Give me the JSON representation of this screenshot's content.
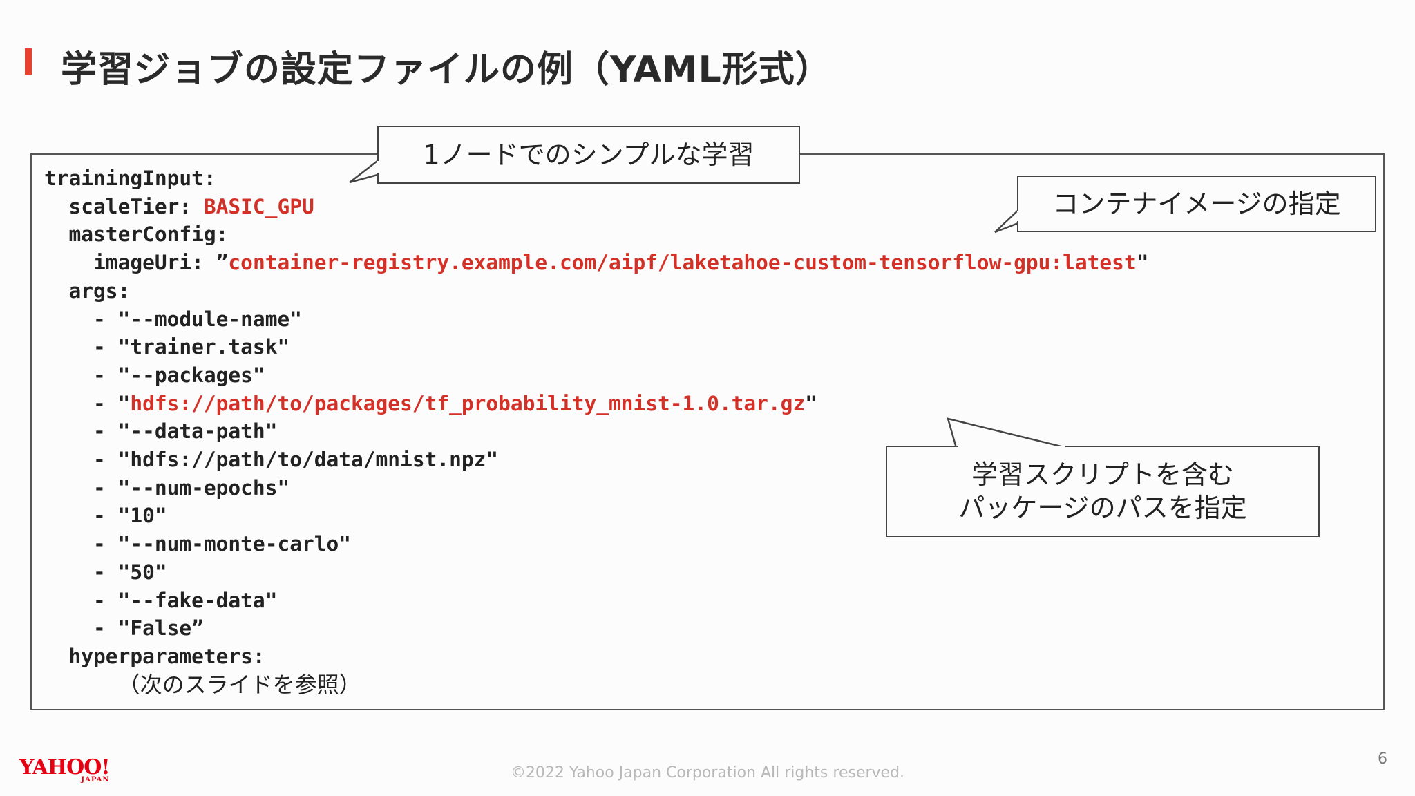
{
  "slide": {
    "title": "学習ジョブの設定ファイルの例（YAML形式）",
    "page_number": "6",
    "copyright": "©2022 Yahoo Japan Corporation All rights reserved.",
    "logo": "YAHOO!",
    "logo_sub": "JAPAN"
  },
  "code": {
    "l1": "trainingInput:",
    "l2_key": "  scaleTier: ",
    "l2_val": "BASIC_GPU",
    "l3": "  masterConfig:",
    "l4_key": "    imageUri: ”",
    "l4_val": "container-registry.example.com/aipf/laketahoe-custom-tensorflow-gpu:latest",
    "l4_end": "\"",
    "l5": "  args:",
    "l6": "    - \"--module-name\"",
    "l7": "    - \"trainer.task\"",
    "l8": "    - \"--packages\"",
    "l9_pre": "    - \"",
    "l9_val": "hdfs://path/to/packages/tf_probability_mnist-1.0.tar.gz",
    "l9_end": "\"",
    "l10": "    - \"--data-path\"",
    "l11": "    - \"hdfs://path/to/data/mnist.npz\"",
    "l12": "    - \"--num-epochs\"",
    "l13": "    - \"10\"",
    "l14": "    - \"--num-monte-carlo\"",
    "l15": "    - \"50\"",
    "l16": "    - \"--fake-data\"",
    "l17": "    - \"False”",
    "l18": "  hyperparameters:",
    "l19_indent": "      ",
    "l19": "（次のスライドを参照）"
  },
  "callouts": {
    "single_node": "1ノードでのシンプルな学習",
    "container_image": "コンテナイメージの指定",
    "package_path_line1": "学習スクリプトを含む",
    "package_path_line2": "パッケージのパスを指定"
  },
  "colors": {
    "accent": "#e8412f",
    "code_highlight": "#d33127",
    "logo": "#e60012"
  }
}
